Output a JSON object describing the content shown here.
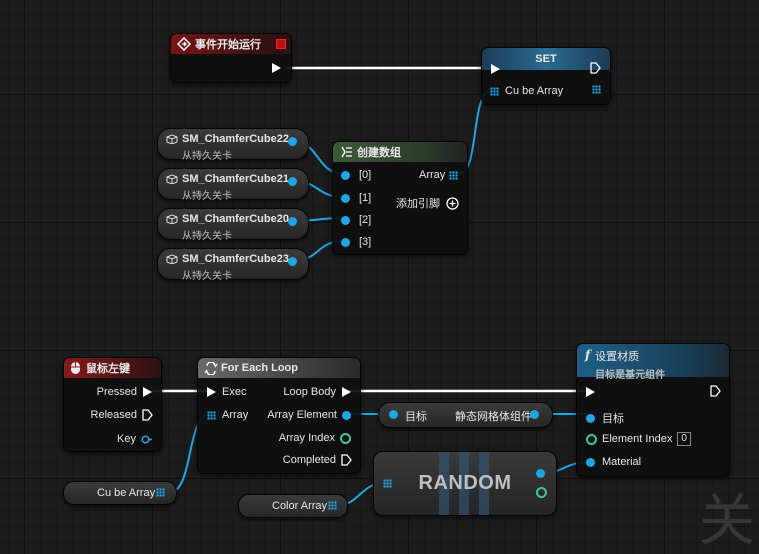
{
  "canvas": {
    "watermark": "关"
  },
  "event_begin": {
    "title": "事件开始运行"
  },
  "set_node": {
    "title": "SET",
    "pin_label": "Cu be Array"
  },
  "make_array": {
    "title": "创建数组",
    "pins": [
      "[0]",
      "[1]",
      "[2]",
      "[3]"
    ],
    "output": "Array",
    "add_pin": "添加引脚"
  },
  "actors": [
    {
      "name": "SM_ChamferCube22",
      "sub": "从持久关卡"
    },
    {
      "name": "SM_ChamferCube21",
      "sub": "从持久关卡"
    },
    {
      "name": "SM_ChamferCube20",
      "sub": "从持久关卡"
    },
    {
      "name": "SM_ChamferCube23",
      "sub": "从持久关卡"
    }
  ],
  "mouse_event": {
    "title": "鼠标左键",
    "pins": [
      "Pressed",
      "Released",
      "Key"
    ]
  },
  "foreach": {
    "title": "For Each Loop",
    "exec": "Exec",
    "array": "Array",
    "loop_body": "Loop Body",
    "element": "Array Element",
    "index": "Array Index",
    "completed": "Completed"
  },
  "set_material": {
    "title": "设置材质",
    "subtitle": "目标是基元组件",
    "target": "目标",
    "element_index": "Element Index",
    "element_index_value": "0",
    "material": "Material"
  },
  "cast": {
    "target": "目标",
    "component": "静态网格体组件"
  },
  "random": {
    "title": "RANDOM"
  },
  "cube_array_var": {
    "label": "Cu be Array"
  },
  "color_array_var": {
    "label": "Color Array"
  },
  "colors": {
    "exec": "#ffffff",
    "object": "#1aa8e8",
    "int": "#33cc99",
    "event_header": "#8a1a1a",
    "func_header": "#1f5f86",
    "array_header": "#3d5a3a"
  }
}
